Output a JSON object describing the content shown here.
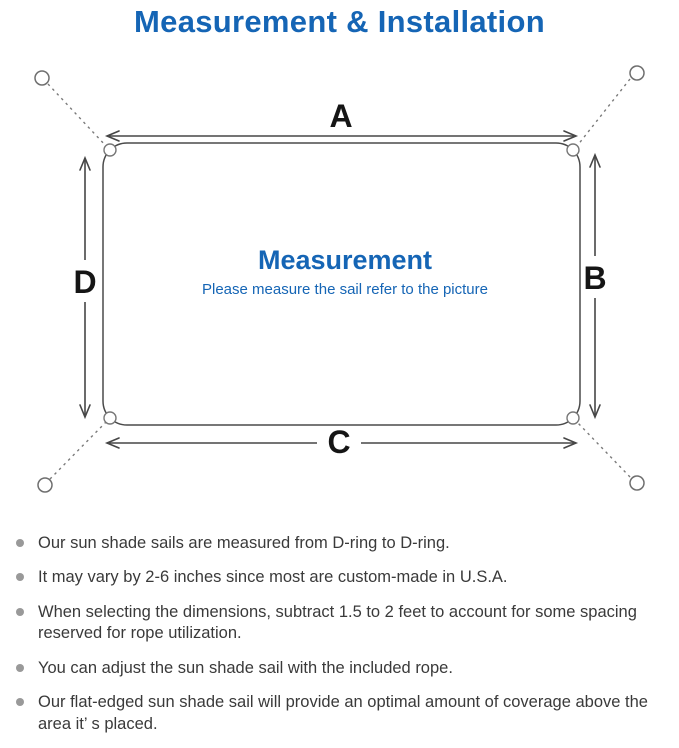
{
  "title": "Measurement & Installation",
  "colors": {
    "accent_blue": "#1565b5",
    "line_dark": "#464646",
    "dotted_gray": "#7a7a7a",
    "bullet_dot": "#999999",
    "body_text": "#3a3a3a"
  },
  "diagram": {
    "label_a": "A",
    "label_b": "B",
    "label_c": "C",
    "label_d": "D",
    "center_title": "Measurement",
    "center_subtitle": "Please measure the sail refer to the picture"
  },
  "bullets": [
    "Our sun shade sails are measured from D-ring to D-ring.",
    "It may vary by 2-6 inches since most are custom-made in U.S.A.",
    "When selecting the dimensions, subtract 1.5 to 2 feet to account for some spacing reserved for rope utilization.",
    "You can adjust the sun shade sail with the included rope.",
    "Our flat-edged sun shade sail will provide an optimal amount of coverage above the area it’ s placed."
  ]
}
